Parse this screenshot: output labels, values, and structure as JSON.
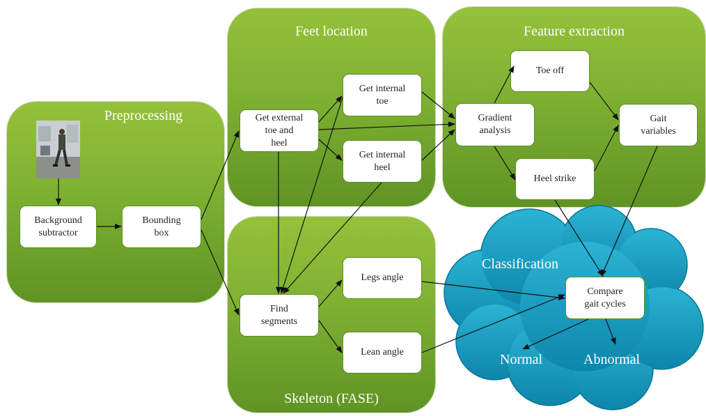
{
  "colors": {
    "panel": "#7eb032",
    "panel_border": "#5d8f28",
    "cloud": "#1fa4c6",
    "arrow": "#111111"
  },
  "panels": {
    "preprocessing": "Preprocessing",
    "feet_location": "Feet location",
    "feature_extraction": "Feature extraction",
    "skeleton": "Skeleton (FASE)"
  },
  "cloud": {
    "title": "Classification",
    "normal": "Normal",
    "abnormal": "Abnormal"
  },
  "nodes": {
    "background_subtractor": "Background\nsubtractor",
    "bounding_box": "Bounding\nbox",
    "external_toe_heel": "Get external\ntoe and\nheel",
    "internal_toe": "Get internal\ntoe",
    "internal_heel": "Get internal\nheel",
    "gradient_analysis": "Gradient\nanalysis",
    "toe_off": "Toe off",
    "heel_strike": "Heel strike",
    "gait_variables": "Gait\nvariables",
    "find_segments": "Find\nsegments",
    "legs_angle": "Legs angle",
    "lean_angle": "Lean angle",
    "compare_gait_cycles": "Compare\ngait cycles"
  },
  "icons": {
    "photo": "walking-person-photo"
  }
}
